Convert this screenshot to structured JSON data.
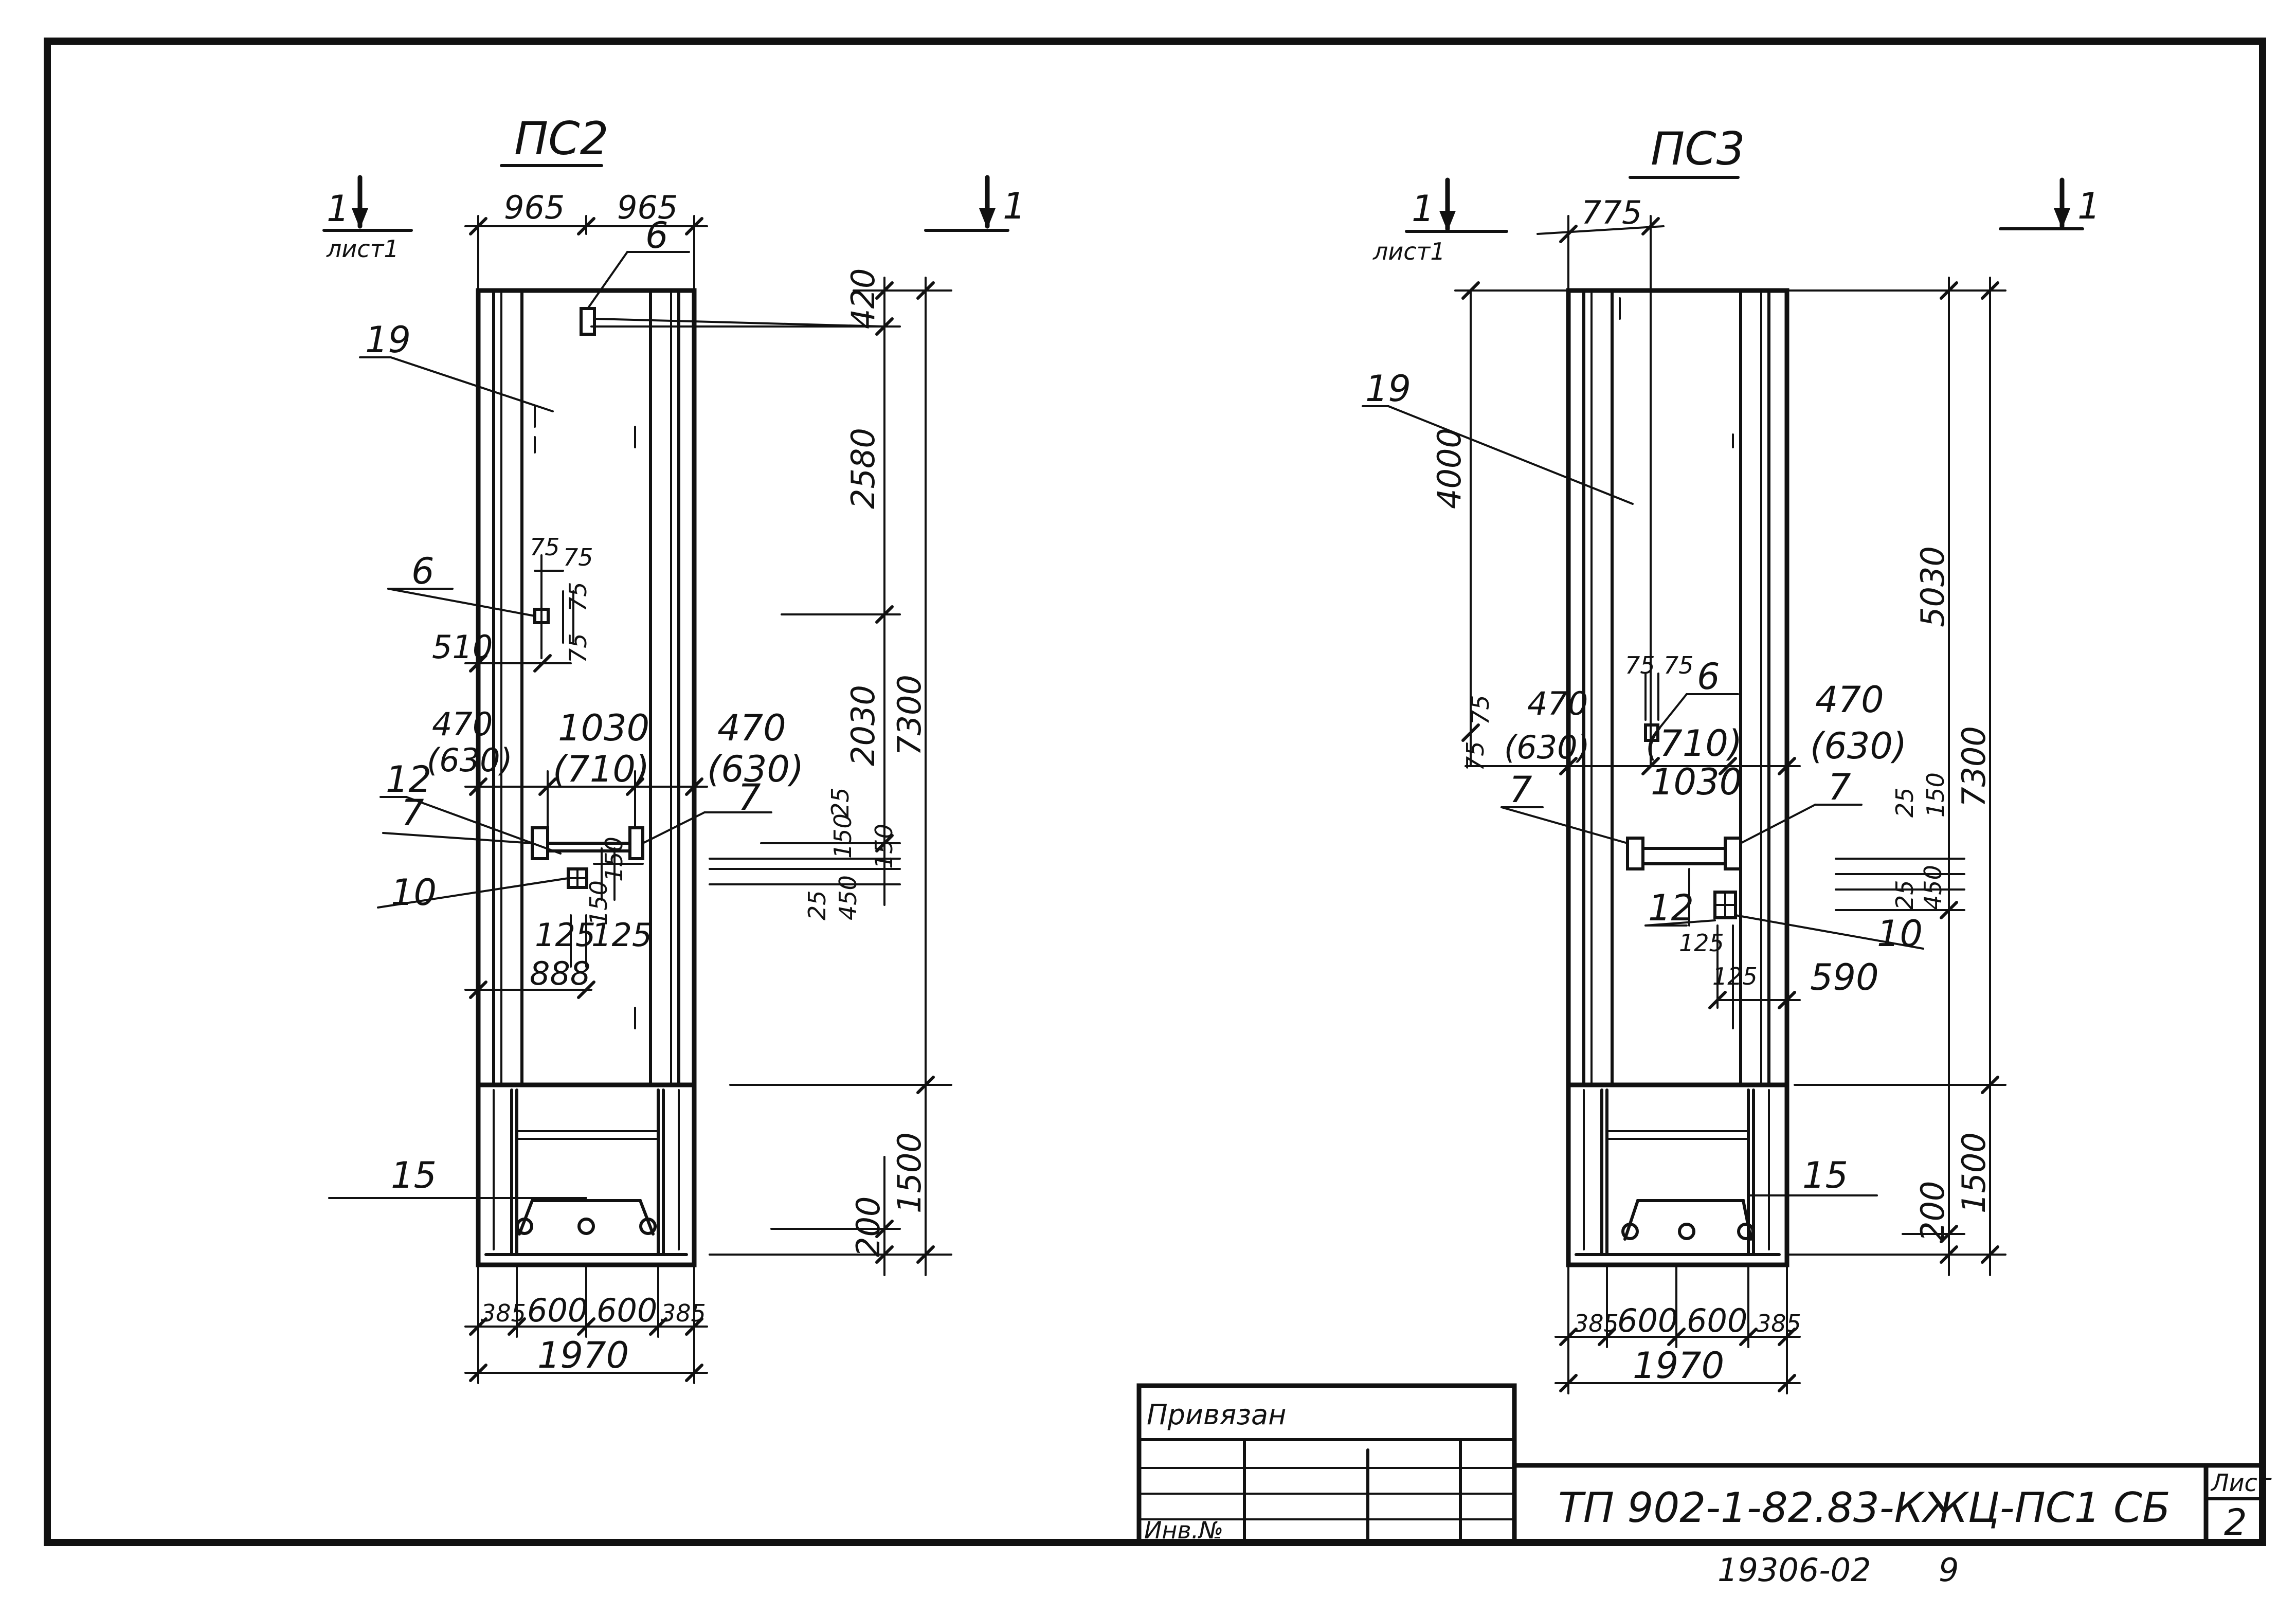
{
  "panel_left": {
    "title": "ПС2",
    "section_mark_left": "1",
    "section_sheet_left": "лист1",
    "section_mark_right": "1",
    "top_dims": [
      "965",
      "965"
    ],
    "right_dims": [
      "420",
      "2580",
      "2030",
      "7300",
      "1500",
      "200"
    ],
    "mid_small_dims": [
      "25",
      "150",
      "25",
      "450",
      "150"
    ],
    "center_dims": [
      "75",
      "75",
      "75",
      "75",
      "510"
    ],
    "opening_dims": [
      "470",
      "(630)",
      "1030",
      "(710)",
      "470",
      "(630)"
    ],
    "lower_dims": [
      "150",
      "150",
      "125",
      "125",
      "888"
    ],
    "bottom_dims": [
      "385",
      "600",
      "600",
      "385",
      "1970"
    ],
    "callouts": [
      "19",
      "6",
      "6",
      "12",
      "7",
      "7",
      "10",
      "15"
    ]
  },
  "panel_right": {
    "title": "ПС3",
    "section_mark_left": "1",
    "section_sheet_left": "лист1",
    "section_mark_right": "1",
    "top_dims": [
      "775"
    ],
    "left_dims": [
      "4000",
      "75",
      "75",
      "470",
      "(630)"
    ],
    "right_dims": [
      "5030",
      "7300",
      "1500",
      "200"
    ],
    "mid_small_dims": [
      "25",
      "150",
      "25",
      "450"
    ],
    "center_dims": [
      "75",
      "75"
    ],
    "opening_dims": [
      "(710)",
      "1030",
      "470",
      "(630)"
    ],
    "lower_dims": [
      "125",
      "125",
      "590"
    ],
    "bottom_dims": [
      "385",
      "600",
      "600",
      "385",
      "1970"
    ],
    "callouts": [
      "19",
      "6",
      "7",
      "7",
      "12",
      "10",
      "15"
    ]
  },
  "stamp": {
    "label_bound": "Привязан",
    "label_inv": "Инв.№",
    "doc_code": "ТП 902-1-82.83-КЖЦ-ПС1 СБ",
    "sheet_label": "Лист",
    "sheet_no": "2"
  },
  "footer": {
    "archive_no": "19306-02",
    "page_no": "9"
  }
}
